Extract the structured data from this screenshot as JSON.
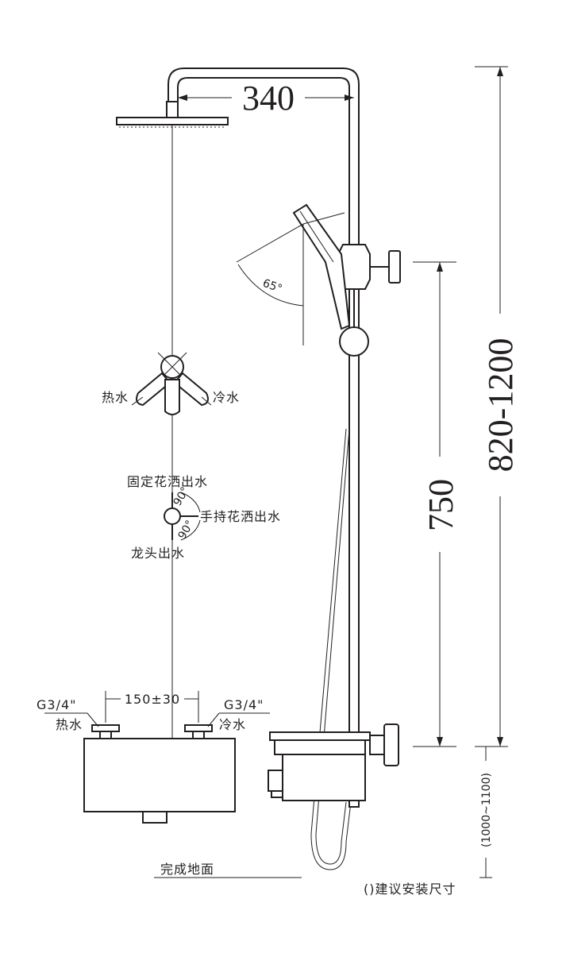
{
  "labels": {
    "top_width": "340",
    "angle": "65°",
    "hot_water": "热水",
    "cold_water": "冷水",
    "fixed_shower": "固定花洒出水",
    "hand_shower": "手持花洒出水",
    "tap_outlet": "龙头出水",
    "rot_90_a": "90°",
    "rot_90_b": "90°",
    "inlet_spacing": "150±30",
    "inlet_left_size": "G3/4\"",
    "inlet_right_size": "G3/4\"",
    "inlet_left_label": "热水",
    "inlet_right_label": "冷水",
    "floor": "完成地面",
    "height_range": "820-1200",
    "height_750": "750",
    "install_height": "(1000~1100)",
    "note": "()建议安装尺寸"
  }
}
